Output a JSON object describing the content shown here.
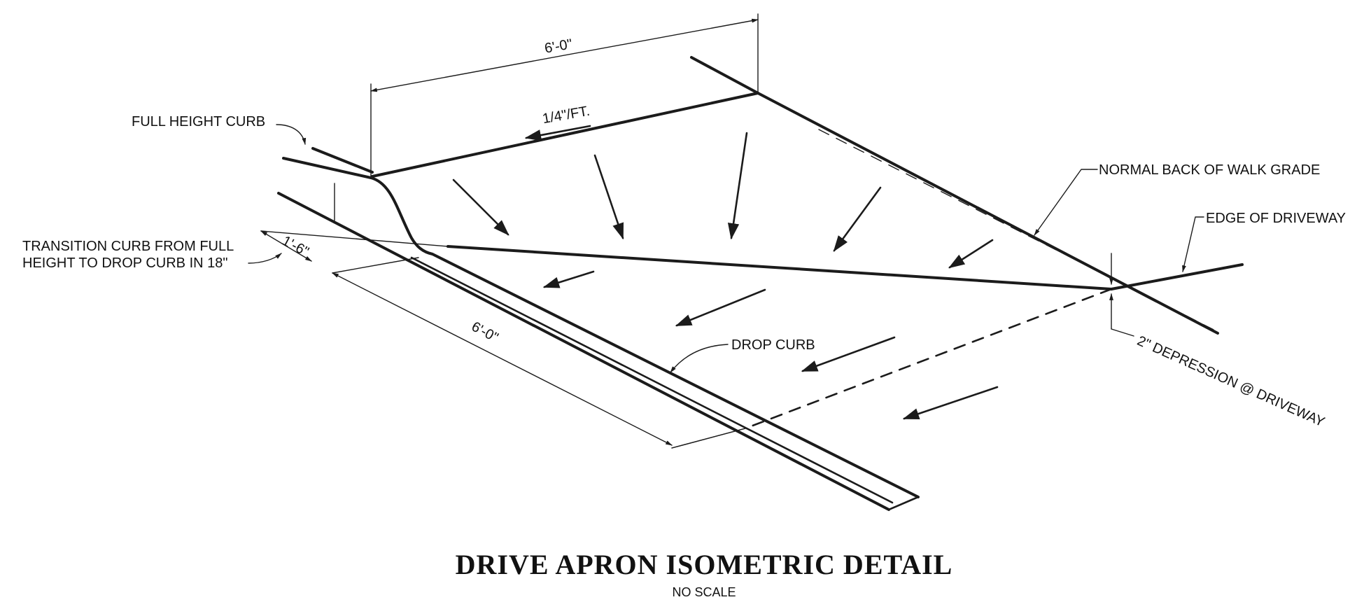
{
  "labels": {
    "full_height_curb": "FULL HEIGHT CURB",
    "transition_line1": "TRANSITION CURB FROM FULL",
    "transition_line2": "HEIGHT TO DROP CURB IN 18\"",
    "dim_top": "6'-0\"",
    "slope": "1/4\"/FT.",
    "dim_transition": "1'-6\"",
    "dim_bottom": "6'-0\"",
    "drop_curb": "DROP CURB",
    "normal_back_of_walk": "NORMAL BACK OF WALK GRADE",
    "edge_of_driveway": "EDGE OF DRIVEWAY",
    "depression": "2\" DEPRESSION @ DRIVEWAY"
  },
  "title": "DRIVE APRON ISOMETRIC DETAIL",
  "subtitle": "NO SCALE"
}
